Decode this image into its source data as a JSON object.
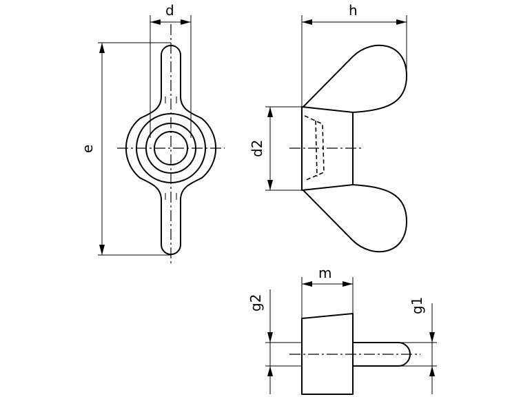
{
  "dimensions": {
    "d": "d",
    "h": "h",
    "e": "e",
    "d2": "d2",
    "m": "m",
    "g1": "g1",
    "g2": "g2"
  },
  "colors": {
    "line": "#000000",
    "background": "#ffffff"
  }
}
